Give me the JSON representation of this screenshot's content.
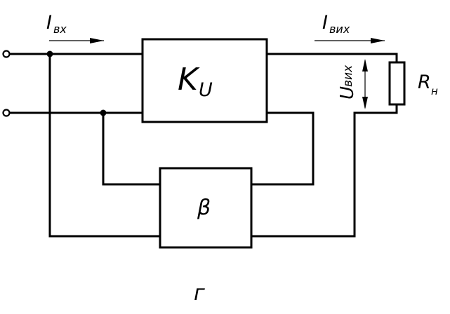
{
  "figure": {
    "amplifier_label": {
      "main": "K",
      "sub": "U"
    },
    "feedback_label": "β",
    "input_current": {
      "main": "I",
      "sub": "вх"
    },
    "output_current": {
      "main": "I",
      "sub": "вих"
    },
    "output_voltage": {
      "main": "U",
      "sub": "вих"
    },
    "load": {
      "main": "R",
      "sub": "н"
    },
    "caption": "г",
    "colors": {
      "line": "#000000",
      "background": "#ffffff"
    }
  }
}
